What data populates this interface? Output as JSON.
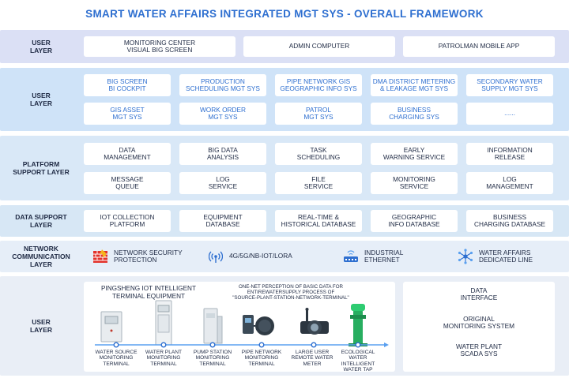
{
  "title": "SMART WATER AFFAIRS INTEGRATED MGT SYS - OVERALL FRAMEWORK",
  "colors": {
    "title": "#2e6fd0",
    "band_user1": "#dbe0f5",
    "band_user2": "#cfe3f8",
    "band_platform": "#d9e8f7",
    "band_data": "#d7e7f5",
    "band_network": "#e6eef8",
    "band_bottom": "#e9eef6"
  },
  "user_layer_1": {
    "label": "USER\nLAYER",
    "items": [
      "MONITORING CENTER\nVISUAL BIG SCREEN",
      "ADMIN COMPUTER",
      "PATROLMAN MOBILE APP"
    ]
  },
  "user_layer_2": {
    "label": "USER\nLAYER",
    "row1": [
      "BIG SCREEN\nBI COCKPIT",
      "PRODUCTION\nSCHEDULING MGT SYS",
      "PIPE NETWORK GIS\nGEOGRAPHIC INFO SYS",
      "DMA DISTRICT METERING\n& LEAKAGE MGT SYS",
      "SECONDARY WATER\nSUPPLY MGT SYS"
    ],
    "row2": [
      "GIS ASSET\nMGT SYS",
      "WORK ORDER\nMGT SYS",
      "PATROL\nMGT SYS",
      "BUSINESS\nCHARGING SYS",
      "......"
    ]
  },
  "platform_layer": {
    "label": "PLATFORM\nSUPPORT LAYER",
    "row1": [
      "DATA\nMANAGEMENT",
      "BIG DATA\nANALYSIS",
      "TASK\nSCHEDULING",
      "EARLY\nWARNING SERVICE",
      "INFORMATION\nRELEASE"
    ],
    "row2": [
      "MESSAGE\nQUEUE",
      "LOG\nSERVICE",
      "FILE\nSERVICE",
      "MONITORING\nSERVICE",
      "LOG\nMANAGEMENT"
    ]
  },
  "data_layer": {
    "label": "DATA SUPPORT\nLAYER",
    "items": [
      "IOT COLLECTION\nPLATFORM",
      "EQUIPMENT\nDATABASE",
      "REAL-TIME &\nHISTORICAL DATABASE",
      "GEOGRAPHIC\nINFO DATABASE",
      "BUSINESS\nCHARGING DATABASE"
    ]
  },
  "network_layer": {
    "label": "NETWORK\nCOMMUNICATION\nLAYER",
    "items": [
      {
        "icon": "firewall-icon",
        "text": "NETWORK SECURITY\nPROTECTION"
      },
      {
        "icon": "wireless-signal-icon",
        "text": "4G/5G/NB-IOT/LORA"
      },
      {
        "icon": "router-icon",
        "text": "INDUSTRIAL\nETHERNET"
      },
      {
        "icon": "network-hub-icon",
        "text": "WATER AFFAIRS\nDEDICATED LINE"
      }
    ]
  },
  "bottom_layer": {
    "label": "USER\nLAYER",
    "equipment_title": "PINGSHENG IOT INTELLIGENT\nTERMINAL EQUIPMENT",
    "caption": "ONE-NET PERCEPTION OF BASIC DATA FOR\nENTIREWATERSUPPLY PROCESS OF\n\"SOURCE-PLANT-STATION-NETWORK-TERMINAL\"",
    "terminals": [
      "WATER SOURCE\nMONITORING\nTERMINAL",
      "WATER PLANT\nMONITORING\nTERMINAL",
      "PUMP STATION\nMONITORING\nTERMINAL",
      "PIPE NETWORK\nMONITORING\nTERMINAL",
      "LARGE USER\nREMOTE WATER\nMETER",
      "ECOLOGICAL\nWATER\nINTELLIGENT\nWATER TAP"
    ],
    "interfaces": [
      "DATA\nINTERFACE",
      "ORIGINAL\nMONITORING SYSTEM",
      "WATER PLANT\nSCADA SYS"
    ]
  }
}
